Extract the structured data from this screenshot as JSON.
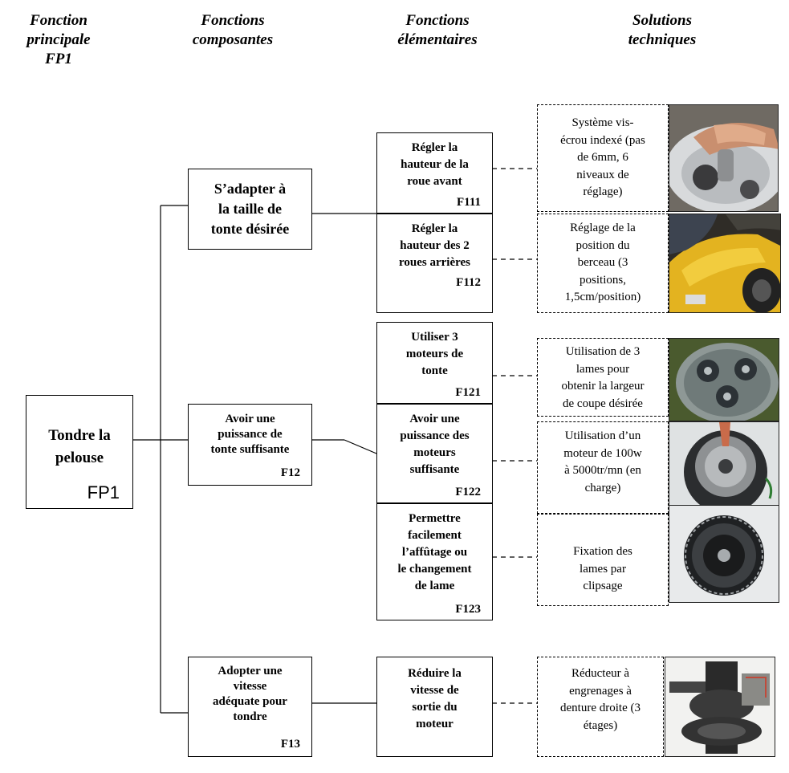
{
  "headers": {
    "principale": [
      "Fonction",
      "principale",
      "FP1"
    ],
    "composantes": [
      "Fonctions",
      "composantes"
    ],
    "elementaires": [
      "Fonctions",
      "élémentaires"
    ],
    "solutions": [
      "Solutions",
      "techniques"
    ]
  },
  "fp1": {
    "lines": [
      "Tondre la",
      "pelouse"
    ],
    "code": "FP1"
  },
  "fc": [
    {
      "lines": [
        "S’adapter à",
        "la taille de",
        "tonte désirée"
      ],
      "code": ""
    },
    {
      "lines": [
        "Avoir une",
        "puissance de",
        "tonte suffisante"
      ],
      "code": "F12"
    },
    {
      "lines": [
        "Adopter une",
        "vitesse",
        "adéquate pour",
        "tondre"
      ],
      "code": "F13"
    }
  ],
  "fe": [
    {
      "lines": [
        "Régler la",
        "hauteur de la",
        "roue avant"
      ],
      "code": "F111"
    },
    {
      "lines": [
        "Régler la",
        "hauteur des 2",
        "roues arrières"
      ],
      "code": "F112"
    },
    {
      "lines": [
        "Utiliser 3",
        "moteurs de",
        "tonte"
      ],
      "code": "F121"
    },
    {
      "lines": [
        "Avoir une",
        "puissance des",
        "moteurs",
        "suffisante"
      ],
      "code": "F122"
    },
    {
      "lines": [
        "Permettre",
        "facilement",
        "l’affûtage ou",
        "le changement",
        "de lame"
      ],
      "code": "F123"
    },
    {
      "lines": [
        "Réduire la",
        "vitesse de",
        "sortie du",
        "moteur"
      ],
      "code": ""
    }
  ],
  "solutions": [
    {
      "lines": [
        "Système vis-",
        "écrou indexé (pas",
        "de 6mm, 6",
        "niveaux de",
        "réglage)"
      ],
      "photo": "mower-wheel-adjustment-photo"
    },
    {
      "lines": [
        "Réglage de la",
        "position du",
        "berceau (3",
        "positions,",
        "1,5cm/position)"
      ],
      "photo": "yellow-mower-body-photo"
    },
    {
      "lines": [
        "Utilisation de 3",
        "lames  pour",
        "obtenir la largeur",
        "de coupe désirée"
      ],
      "photo": "three-blade-housing-photo"
    },
    {
      "lines": [
        "Utilisation d’un",
        "moteur de 100w",
        "à 5000tr/mn (en",
        "charge)"
      ],
      "photo": "motor-photo"
    },
    {
      "lines": [
        "Fixation des",
        "lames par",
        "clipsage"
      ],
      "photo": "blade-clip-photo"
    },
    {
      "lines": [
        "Réducteur à",
        "engrenages à",
        "denture droite (3",
        "étages)"
      ],
      "photo": "gear-reducer-photo"
    }
  ]
}
